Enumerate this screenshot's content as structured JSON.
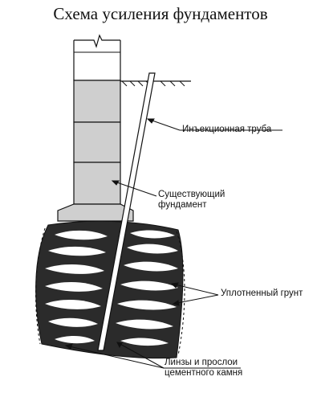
{
  "title": "Схема усиления фундаментов",
  "labels": {
    "pipe": "Инъекционная труба",
    "foundation_line1": "Существующий",
    "foundation_line2": "фундамент",
    "soil": "Уплотненный грунт",
    "lenses_line1": "Линзы и прослои",
    "lenses_line2": "цементного камня"
  },
  "colors": {
    "block": "#cfcfcf",
    "soil_mass": "#2b2b2b",
    "lens": "#ffffff",
    "line": "#111111"
  }
}
